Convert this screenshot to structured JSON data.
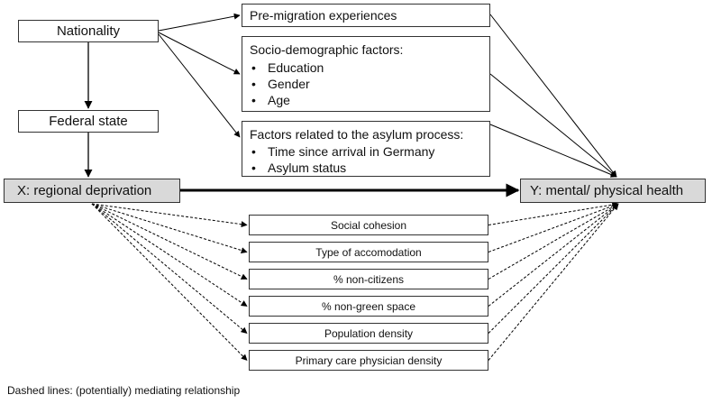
{
  "nodes": {
    "nationality": "Nationality",
    "federal_state": "Federal state",
    "x_deprivation": "X: regional deprivation",
    "y_health": "Y: mental/ physical health",
    "pre_migration": "Pre-migration experiences",
    "socio_demographic": {
      "title": "Socio-demographic factors:",
      "items": [
        "Education",
        "Gender",
        "Age"
      ]
    },
    "asylum_process": {
      "title": "Factors related to the asylum process:",
      "items": [
        "Time since arrival in Germany",
        "Asylum status"
      ]
    },
    "mediators": [
      "Social cohesion",
      "Type of accomodation",
      "% non-citizens",
      "% non-green space",
      "Population density",
      "Primary care physician density"
    ]
  },
  "caption": "Dashed lines: (potentially) mediating relationship"
}
